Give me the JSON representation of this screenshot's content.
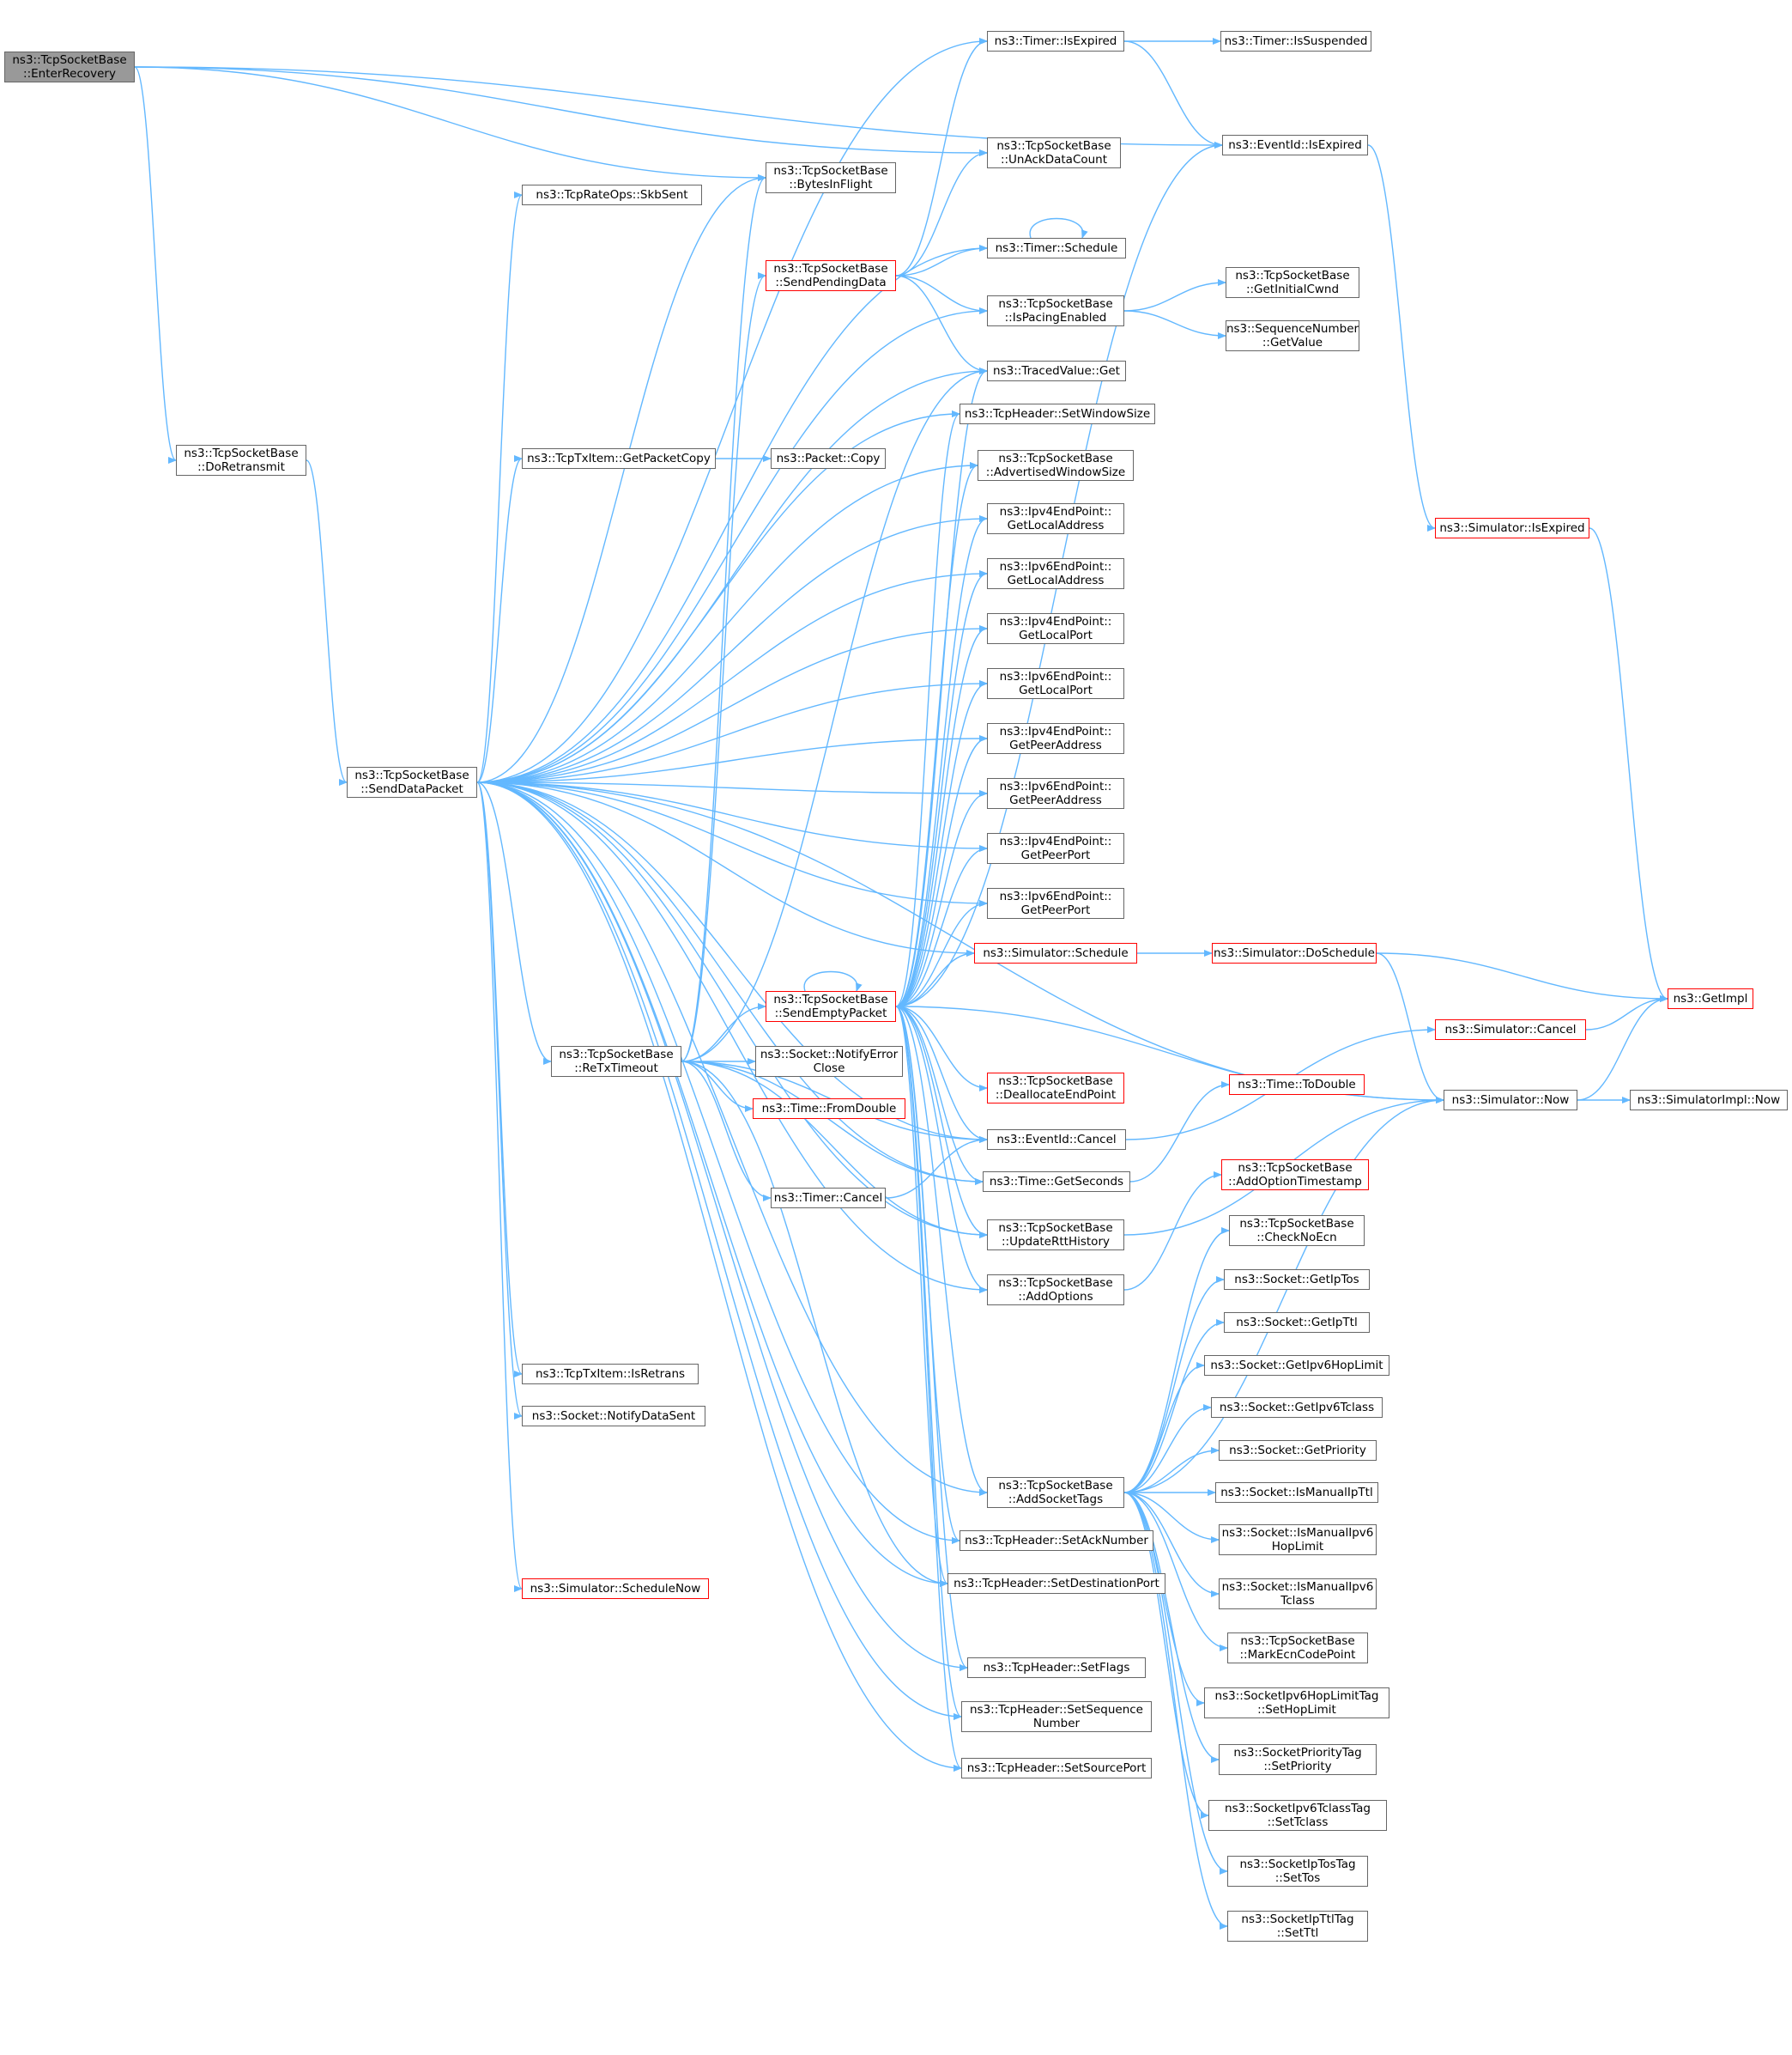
{
  "colors": {
    "edge": "#63b8ff",
    "node_border": "#666666",
    "node_border_incomplete": "#ff0000",
    "root_fill": "#999999"
  },
  "nodes": [
    {
      "id": "enter",
      "lines": [
        "ns3::TcpSocketBase",
        "::EnterRecovery"
      ],
      "style": "root"
    },
    {
      "id": "doret",
      "lines": [
        "ns3::TcpSocketBase",
        "::DoRetransmit"
      ],
      "style": "normal"
    },
    {
      "id": "sdp",
      "lines": [
        "ns3::TcpSocketBase",
        "::SendDataPacket"
      ],
      "style": "normal"
    },
    {
      "id": "tcprate",
      "lines": [
        "ns3::TcpRateOps::SkbSent"
      ],
      "style": "normal"
    },
    {
      "id": "gpc",
      "lines": [
        "ns3::TcpTxItem::GetPacketCopy"
      ],
      "style": "normal"
    },
    {
      "id": "pktcopy",
      "lines": [
        "ns3::Packet::Copy"
      ],
      "style": "normal"
    },
    {
      "id": "retx",
      "lines": [
        "ns3::TcpSocketBase",
        "::ReTxTimeout"
      ],
      "style": "normal"
    },
    {
      "id": "isretrans",
      "lines": [
        "ns3::TcpTxItem::IsRetrans"
      ],
      "style": "normal"
    },
    {
      "id": "notifyds",
      "lines": [
        "ns3::Socket::NotifyDataSent"
      ],
      "style": "normal"
    },
    {
      "id": "schednow",
      "lines": [
        "ns3::Simulator::ScheduleNow"
      ],
      "style": "red"
    },
    {
      "id": "bif",
      "lines": [
        "ns3::TcpSocketBase",
        "::BytesInFlight"
      ],
      "style": "normal"
    },
    {
      "id": "spd",
      "lines": [
        "ns3::TcpSocketBase",
        "::SendPendingData"
      ],
      "style": "red"
    },
    {
      "id": "sep",
      "lines": [
        "ns3::TcpSocketBase",
        "::SendEmptyPacket"
      ],
      "style": "red"
    },
    {
      "id": "nec",
      "lines": [
        "ns3::Socket::NotifyError",
        "Close"
      ],
      "style": "normal"
    },
    {
      "id": "fromd",
      "lines": [
        "ns3::Time::FromDouble"
      ],
      "style": "red"
    },
    {
      "id": "tcancel",
      "lines": [
        "ns3::Timer::Cancel"
      ],
      "style": "normal"
    },
    {
      "id": "tisexp",
      "lines": [
        "ns3::Timer::IsExpired"
      ],
      "style": "normal"
    },
    {
      "id": "tissus",
      "lines": [
        "ns3::Timer::IsSuspended"
      ],
      "style": "normal"
    },
    {
      "id": "unack",
      "lines": [
        "ns3::TcpSocketBase",
        "::UnAckDataCount"
      ],
      "style": "normal"
    },
    {
      "id": "eidexp",
      "lines": [
        "ns3::EventId::IsExpired"
      ],
      "style": "normal"
    },
    {
      "id": "tsched",
      "lines": [
        "ns3::Timer::Schedule"
      ],
      "style": "normal"
    },
    {
      "id": "pacing",
      "lines": [
        "ns3::TcpSocketBase",
        "::IsPacingEnabled"
      ],
      "style": "normal"
    },
    {
      "id": "initcwnd",
      "lines": [
        "ns3::TcpSocketBase",
        "::GetInitialCwnd"
      ],
      "style": "normal"
    },
    {
      "id": "seqval",
      "lines": [
        "ns3::SequenceNumber",
        "::GetValue"
      ],
      "style": "normal"
    },
    {
      "id": "tvget",
      "lines": [
        "ns3::TracedValue::Get"
      ],
      "style": "normal"
    },
    {
      "id": "setwin",
      "lines": [
        "ns3::TcpHeader::SetWindowSize"
      ],
      "style": "normal"
    },
    {
      "id": "advwin",
      "lines": [
        "ns3::TcpSocketBase",
        "::AdvertisedWindowSize"
      ],
      "style": "normal"
    },
    {
      "id": "v4la",
      "lines": [
        "ns3::Ipv4EndPoint::",
        "GetLocalAddress"
      ],
      "style": "normal"
    },
    {
      "id": "v6la",
      "lines": [
        "ns3::Ipv6EndPoint::",
        "GetLocalAddress"
      ],
      "style": "normal"
    },
    {
      "id": "v4lp",
      "lines": [
        "ns3::Ipv4EndPoint::",
        "GetLocalPort"
      ],
      "style": "normal"
    },
    {
      "id": "v6lp",
      "lines": [
        "ns3::Ipv6EndPoint::",
        "GetLocalPort"
      ],
      "style": "normal"
    },
    {
      "id": "v4pa",
      "lines": [
        "ns3::Ipv4EndPoint::",
        "GetPeerAddress"
      ],
      "style": "normal"
    },
    {
      "id": "v6pa",
      "lines": [
        "ns3::Ipv6EndPoint::",
        "GetPeerAddress"
      ],
      "style": "normal"
    },
    {
      "id": "v4pp",
      "lines": [
        "ns3::Ipv4EndPoint::",
        "GetPeerPort"
      ],
      "style": "normal"
    },
    {
      "id": "v6pp",
      "lines": [
        "ns3::Ipv6EndPoint::",
        "GetPeerPort"
      ],
      "style": "normal"
    },
    {
      "id": "simsched",
      "lines": [
        "ns3::Simulator::Schedule"
      ],
      "style": "red"
    },
    {
      "id": "dealloc",
      "lines": [
        "ns3::TcpSocketBase",
        "::DeallocateEndPoint"
      ],
      "style": "red"
    },
    {
      "id": "eidcancel",
      "lines": [
        "ns3::EventId::Cancel"
      ],
      "style": "normal"
    },
    {
      "id": "getsec",
      "lines": [
        "ns3::Time::GetSeconds"
      ],
      "style": "normal"
    },
    {
      "id": "rtthist",
      "lines": [
        "ns3::TcpSocketBase",
        "::UpdateRttHistory"
      ],
      "style": "normal"
    },
    {
      "id": "addopt",
      "lines": [
        "ns3::TcpSocketBase",
        "::AddOptions"
      ],
      "style": "normal"
    },
    {
      "id": "addtags",
      "lines": [
        "ns3::TcpSocketBase",
        "::AddSocketTags"
      ],
      "style": "normal"
    },
    {
      "id": "setack",
      "lines": [
        "ns3::TcpHeader::SetAckNumber"
      ],
      "style": "normal"
    },
    {
      "id": "setdst",
      "lines": [
        "ns3::TcpHeader::SetDestinationPort"
      ],
      "style": "normal"
    },
    {
      "id": "setflags",
      "lines": [
        "ns3::TcpHeader::SetFlags"
      ],
      "style": "normal"
    },
    {
      "id": "setseq",
      "lines": [
        "ns3::TcpHeader::SetSequence",
        "Number"
      ],
      "style": "normal"
    },
    {
      "id": "setsrc",
      "lines": [
        "ns3::TcpHeader::SetSourcePort"
      ],
      "style": "normal"
    },
    {
      "id": "simisexp",
      "lines": [
        "ns3::Simulator::IsExpired"
      ],
      "style": "red"
    },
    {
      "id": "simdosched",
      "lines": [
        "ns3::Simulator::DoSchedule"
      ],
      "style": "red"
    },
    {
      "id": "getimpl",
      "lines": [
        "ns3::GetImpl"
      ],
      "style": "red"
    },
    {
      "id": "simcancel",
      "lines": [
        "ns3::Simulator::Cancel"
      ],
      "style": "red"
    },
    {
      "id": "simnow",
      "lines": [
        "ns3::Simulator::Now"
      ],
      "style": "normal"
    },
    {
      "id": "implnow",
      "lines": [
        "ns3::SimulatorImpl::Now"
      ],
      "style": "normal"
    },
    {
      "id": "todouble",
      "lines": [
        "ns3::Time::ToDouble"
      ],
      "style": "red"
    },
    {
      "id": "addts",
      "lines": [
        "ns3::TcpSocketBase",
        "::AddOptionTimestamp"
      ],
      "style": "red"
    },
    {
      "id": "checknoecn",
      "lines": [
        "ns3::TcpSocketBase",
        "::CheckNoEcn"
      ],
      "style": "normal"
    },
    {
      "id": "getiptos",
      "lines": [
        "ns3::Socket::GetIpTos"
      ],
      "style": "normal"
    },
    {
      "id": "getipttl",
      "lines": [
        "ns3::Socket::GetIpTtl"
      ],
      "style": "normal"
    },
    {
      "id": "getv6hop",
      "lines": [
        "ns3::Socket::GetIpv6HopLimit"
      ],
      "style": "normal"
    },
    {
      "id": "getv6tc",
      "lines": [
        "ns3::Socket::GetIpv6Tclass"
      ],
      "style": "normal"
    },
    {
      "id": "getprio",
      "lines": [
        "ns3::Socket::GetPriority"
      ],
      "style": "normal"
    },
    {
      "id": "ismanttl",
      "lines": [
        "ns3::Socket::IsManualIpTtl"
      ],
      "style": "normal"
    },
    {
      "id": "ismanhop",
      "lines": [
        "ns3::Socket::IsManualIpv6",
        "HopLimit"
      ],
      "style": "normal"
    },
    {
      "id": "ismantc",
      "lines": [
        "ns3::Socket::IsManualIpv6",
        "Tclass"
      ],
      "style": "normal"
    },
    {
      "id": "markecn",
      "lines": [
        "ns3::TcpSocketBase",
        "::MarkEcnCodePoint"
      ],
      "style": "normal"
    },
    {
      "id": "sethop",
      "lines": [
        "ns3::SocketIpv6HopLimitTag",
        "::SetHopLimit"
      ],
      "style": "normal"
    },
    {
      "id": "setprio",
      "lines": [
        "ns3::SocketPriorityTag",
        "::SetPriority"
      ],
      "style": "normal"
    },
    {
      "id": "settc",
      "lines": [
        "ns3::SocketIpv6TclassTag",
        "::SetTclass"
      ],
      "style": "normal"
    },
    {
      "id": "settos",
      "lines": [
        "ns3::SocketIpTosTag",
        "::SetTos"
      ],
      "style": "normal"
    },
    {
      "id": "setttl",
      "lines": [
        "ns3::SocketIpTtlTag",
        "::SetTtl"
      ],
      "style": "normal"
    }
  ],
  "edges": [
    [
      "enter",
      "doret"
    ],
    [
      "enter",
      "bif"
    ],
    [
      "enter",
      "unack"
    ],
    [
      "enter",
      "eidexp"
    ],
    [
      "doret",
      "sdp"
    ],
    [
      "sdp",
      "tisexp"
    ],
    [
      "sdp",
      "bif"
    ],
    [
      "sdp",
      "tcprate"
    ],
    [
      "sdp",
      "tsched"
    ],
    [
      "sdp",
      "pacing"
    ],
    [
      "sdp",
      "tvget"
    ],
    [
      "sdp",
      "setwin"
    ],
    [
      "sdp",
      "gpc"
    ],
    [
      "sdp",
      "advwin"
    ],
    [
      "sdp",
      "v4la"
    ],
    [
      "sdp",
      "v6la"
    ],
    [
      "sdp",
      "v4lp"
    ],
    [
      "sdp",
      "v6lp"
    ],
    [
      "sdp",
      "v4pa"
    ],
    [
      "sdp",
      "v6pa"
    ],
    [
      "sdp",
      "v4pp"
    ],
    [
      "sdp",
      "v6pp"
    ],
    [
      "sdp",
      "simsched"
    ],
    [
      "sdp",
      "retx"
    ],
    [
      "sdp",
      "isretrans"
    ],
    [
      "sdp",
      "notifyds"
    ],
    [
      "sdp",
      "schednow"
    ],
    [
      "sdp",
      "eidcancel"
    ],
    [
      "sdp",
      "getsec"
    ],
    [
      "sdp",
      "rtthist"
    ],
    [
      "sdp",
      "addopt"
    ],
    [
      "sdp",
      "addtags"
    ],
    [
      "sdp",
      "setack"
    ],
    [
      "sdp",
      "setdst"
    ],
    [
      "sdp",
      "setflags"
    ],
    [
      "sdp",
      "setseq"
    ],
    [
      "sdp",
      "setsrc"
    ],
    [
      "sdp",
      "simnow"
    ],
    [
      "gpc",
      "pktcopy"
    ],
    [
      "retx",
      "bif"
    ],
    [
      "retx",
      "spd"
    ],
    [
      "retx",
      "sep"
    ],
    [
      "retx",
      "nec"
    ],
    [
      "retx",
      "fromd"
    ],
    [
      "retx",
      "tcancel"
    ],
    [
      "retx",
      "tvget"
    ],
    [
      "retx",
      "eidcancel"
    ],
    [
      "retx",
      "getsec"
    ],
    [
      "retx",
      "rtthist"
    ],
    [
      "retx",
      "setdst"
    ],
    [
      "spd",
      "tisexp"
    ],
    [
      "spd",
      "unack"
    ],
    [
      "spd",
      "tsched"
    ],
    [
      "spd",
      "pacing"
    ],
    [
      "spd",
      "tvget"
    ],
    [
      "tisexp",
      "tissus"
    ],
    [
      "tisexp",
      "eidexp"
    ],
    [
      "eidexp",
      "simisexp"
    ],
    [
      "simisexp",
      "getimpl"
    ],
    [
      "tsched",
      "tsched"
    ],
    [
      "pacing",
      "initcwnd"
    ],
    [
      "pacing",
      "seqval"
    ],
    [
      "sep",
      "sep"
    ],
    [
      "sep",
      "eidexp"
    ],
    [
      "sep",
      "tvget"
    ],
    [
      "sep",
      "setwin"
    ],
    [
      "sep",
      "advwin"
    ],
    [
      "sep",
      "v4la"
    ],
    [
      "sep",
      "v6la"
    ],
    [
      "sep",
      "v4lp"
    ],
    [
      "sep",
      "v6lp"
    ],
    [
      "sep",
      "v4pa"
    ],
    [
      "sep",
      "v6pa"
    ],
    [
      "sep",
      "v4pp"
    ],
    [
      "sep",
      "v6pp"
    ],
    [
      "sep",
      "simsched"
    ],
    [
      "sep",
      "dealloc"
    ],
    [
      "sep",
      "eidcancel"
    ],
    [
      "sep",
      "getsec"
    ],
    [
      "sep",
      "rtthist"
    ],
    [
      "sep",
      "addopt"
    ],
    [
      "sep",
      "addtags"
    ],
    [
      "sep",
      "setack"
    ],
    [
      "sep",
      "setdst"
    ],
    [
      "sep",
      "setflags"
    ],
    [
      "sep",
      "setseq"
    ],
    [
      "sep",
      "setsrc"
    ],
    [
      "sep",
      "simnow"
    ],
    [
      "tcancel",
      "eidcancel"
    ],
    [
      "simsched",
      "simdosched"
    ],
    [
      "simdosched",
      "getimpl"
    ],
    [
      "simdosched",
      "simnow"
    ],
    [
      "eidcancel",
      "simcancel"
    ],
    [
      "simcancel",
      "getimpl"
    ],
    [
      "simnow",
      "getimpl"
    ],
    [
      "simnow",
      "implnow"
    ],
    [
      "getsec",
      "todouble"
    ],
    [
      "rtthist",
      "simnow"
    ],
    [
      "addopt",
      "addts"
    ],
    [
      "addtags",
      "checknoecn"
    ],
    [
      "addtags",
      "getiptos"
    ],
    [
      "addtags",
      "getipttl"
    ],
    [
      "addtags",
      "getv6hop"
    ],
    [
      "addtags",
      "getv6tc"
    ],
    [
      "addtags",
      "getprio"
    ],
    [
      "addtags",
      "ismanttl"
    ],
    [
      "addtags",
      "ismanhop"
    ],
    [
      "addtags",
      "ismantc"
    ],
    [
      "addtags",
      "markecn"
    ],
    [
      "addtags",
      "sethop"
    ],
    [
      "addtags",
      "setprio"
    ],
    [
      "addtags",
      "settc"
    ],
    [
      "addtags",
      "settos"
    ],
    [
      "addtags",
      "setttl"
    ],
    [
      "addtags",
      "simnow"
    ]
  ]
}
